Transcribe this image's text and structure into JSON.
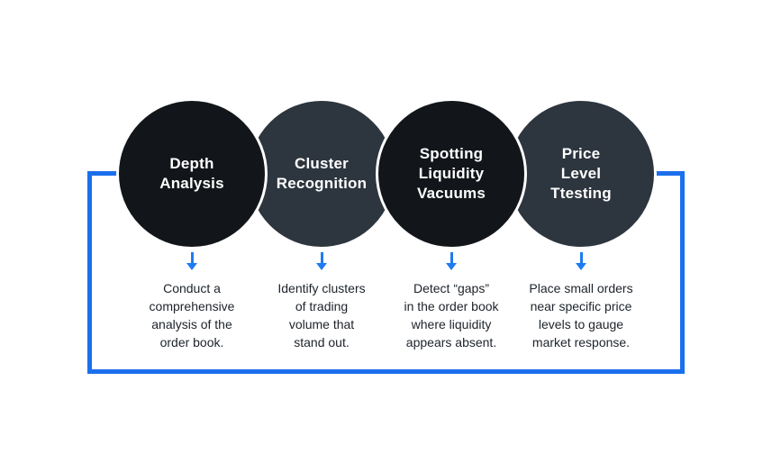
{
  "diagram": {
    "colors": {
      "frame_blue": "#1b6fec",
      "arrow_blue": "#1e7bf2",
      "title_text": "#ffffff",
      "body_text": "#1d232a",
      "dark_circle": "#12161a",
      "slate_circle": "#2d353e"
    },
    "steps": [
      {
        "title": "Depth\nAnalysis",
        "description": "Conduct a\ncomprehensive\nanalysis of the\norder book.",
        "circle_color": "#12161a"
      },
      {
        "title": "Cluster\nRecognition",
        "description": "Identify clusters\nof trading\nvolume that\nstand out.",
        "circle_color": "#2d353e"
      },
      {
        "title": "Spotting\nLiquidity\nVacuums",
        "description": "Detect “gaps”\nin the order book\nwhere liquidity\nappears absent.",
        "circle_color": "#12161a"
      },
      {
        "title": "Price\nLevel\nTtesting",
        "description": "Place small orders\nnear specific price\nlevels to gauge\nmarket response.",
        "circle_color": "#2d353e"
      }
    ]
  }
}
